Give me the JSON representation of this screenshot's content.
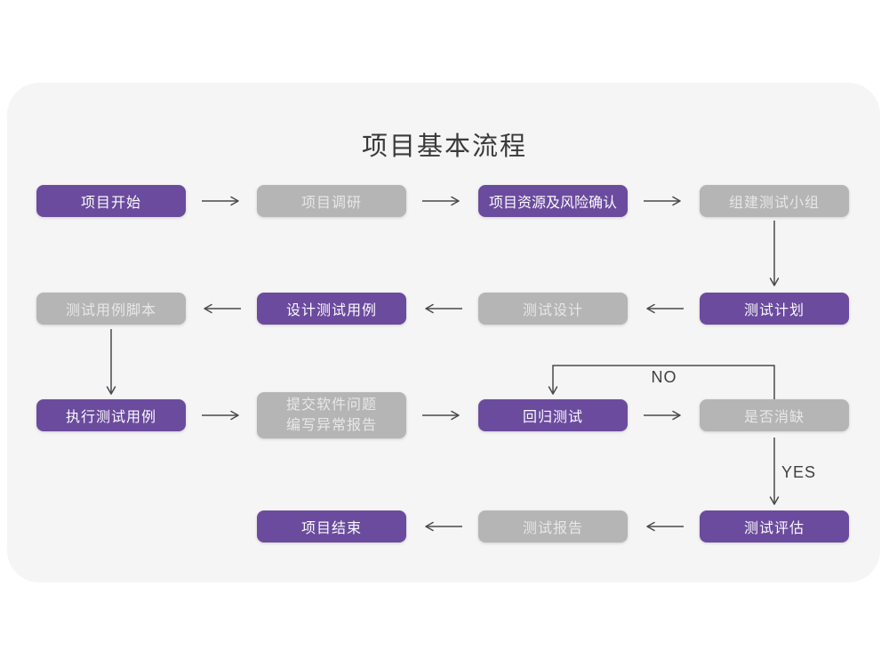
{
  "title": "项目基本流程",
  "colors": {
    "purple": "#6b4b9d",
    "gray": "#b5b5b5",
    "card_bg": "#f5f5f6",
    "arrow": "#4a4a4a",
    "title_text": "#3a3a3a"
  },
  "decision_labels": {
    "no": "NO",
    "yes": "YES"
  },
  "nodes": {
    "project_start": {
      "label": "项目开始"
    },
    "project_research": {
      "label": "项目调研"
    },
    "resources_risk": {
      "label": "项目资源及风险确认"
    },
    "build_test_team": {
      "label": "组建测试小组"
    },
    "test_plan": {
      "label": "测试计划"
    },
    "test_design": {
      "label": "测试设计"
    },
    "design_test_cases": {
      "label": "设计测试用例"
    },
    "test_case_script": {
      "label": "测试用例脚本"
    },
    "execute_test_cases": {
      "label": "执行测试用例"
    },
    "submit_issues": {
      "line1": "提交软件问题",
      "line2": "编写异常报告"
    },
    "regression_test": {
      "label": "回归测试"
    },
    "defect_resolved": {
      "label": "是否消缺"
    },
    "test_evaluation": {
      "label": "测试评估"
    },
    "test_report": {
      "label": "测试报告"
    },
    "project_end": {
      "label": "项目结束"
    }
  }
}
